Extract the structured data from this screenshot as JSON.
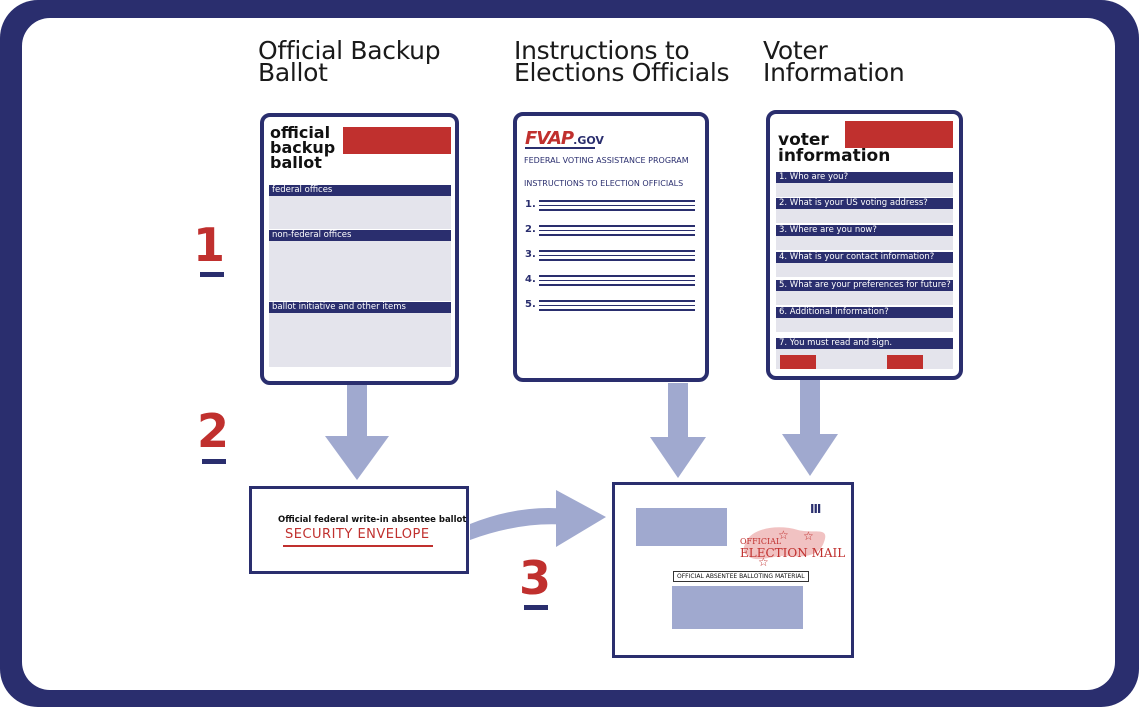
{
  "columns": {
    "ballot_title_1": "Official Backup",
    "ballot_title_2": "Ballot",
    "instructions_title_1": "Instructions to",
    "instructions_title_2": "Elections Officials",
    "voter_title_1": "Voter",
    "voter_title_2": "Information"
  },
  "steps": {
    "one": "1",
    "two": "2",
    "three": "3"
  },
  "ballot_doc": {
    "heading_1": "official",
    "heading_2": "backup",
    "heading_3": "ballot",
    "sections": [
      "federal offices",
      "non-federal offices",
      "ballot initiative and other items"
    ]
  },
  "instructions_doc": {
    "logo_main": "FVAP",
    "logo_suffix": ".GOV",
    "program": "FEDERAL VOTING ASSISTANCE PROGRAM",
    "heading": "INSTRUCTIONS TO ELECTION OFFICIALS",
    "items": [
      "1.",
      "2.",
      "3.",
      "4.",
      "5."
    ]
  },
  "voter_doc": {
    "heading_1": "voter",
    "heading_2": "information",
    "questions": [
      "1. Who are you?",
      "2. What is your US voting address?",
      "3. Where are you now?",
      "4. What is your contact information?",
      "5. What are your preferences for future?",
      "6. Additional information?",
      "7. You must read and sign."
    ]
  },
  "security_envelope": {
    "line_1": "Official federal write-in absentee ballot",
    "line_2": "SECURITY ENVELOPE"
  },
  "mail_envelope": {
    "stamp_small": "OFFICIAL",
    "stamp_large": "ELECTION MAIL",
    "label": "OFFICIAL ABSENTEE BALLOTING MATERIAL",
    "barcode": "III"
  },
  "colors": {
    "navy": "#2a2e6e",
    "red": "#c0302e",
    "arrow": "#a0a9cf",
    "grey_fill": "#e4e4ec"
  }
}
